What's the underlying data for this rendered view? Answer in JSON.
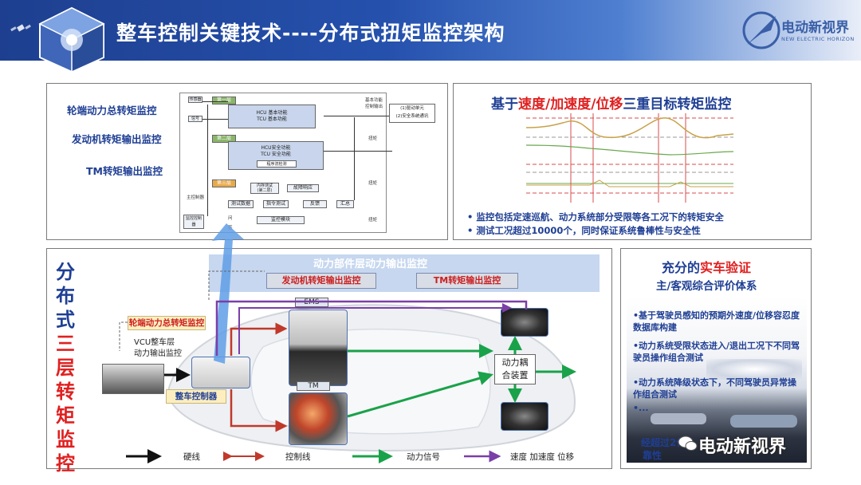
{
  "header": {
    "title": "整车控制关键技术----分布式扭矩监控架构",
    "brand_cn": "电动新视界",
    "brand_en": "NEW ELECTRIC HORIZON"
  },
  "top_left": {
    "labels": [
      "轮端动力总转矩监控",
      "发动机转矩输出监控",
      "TM转矩输出监控"
    ],
    "diagram": {
      "layer1": "第一层",
      "layer2": "第二层",
      "layer3": "第三层",
      "hcu_basic": "HCU 基本功能",
      "tcu_basic": "TCU 基本功能",
      "hcu_safety": "HCU安全功能",
      "tcu_safety": "TCU 安全功能",
      "safety_check": "程序流检测",
      "basic_func": "基本功能",
      "ctrl_output": "控制输出",
      "out1": "(1)驱动单元",
      "out2": "(2)安全系统通讯",
      "torque1": "扭矩",
      "torque2": "扭矩",
      "torque3": "扭矩",
      "main_ctrl": "主控制器",
      "mem_test": "内存测试",
      "mem_sub": "(第二层)",
      "fault_react": "故障响应",
      "test_data": "测试数据",
      "cmd_test": "指令测试",
      "response": "反馈",
      "summary": "汇总",
      "monitor_mod": "监控模块",
      "monitor_ctrl": "监控控制器",
      "sensor_in": "传感器",
      "signal": "信号",
      "q": "问",
      "a": "答"
    }
  },
  "top_right": {
    "title_pre": "基于",
    "title_red": "速度/加速度/位移",
    "title_post": "三重目标转矩监控",
    "bullets": [
      "监控包括定速巡航、动力系统部分受限等各工况下的转矩安全",
      "测试工况超过10000个，同时保证系统鲁棒性与安全性"
    ],
    "colors": {
      "curve_a": "#c8a24a",
      "curve_b": "#6aa84f",
      "dash_red": "#d94b4b",
      "dash_gray": "#9a9a9a"
    }
  },
  "bottom_left": {
    "vertical_title": [
      "分",
      "布",
      "式",
      "三",
      "层",
      "转",
      "矩",
      "监",
      "控"
    ],
    "banner": "动力部件层动力输出监控",
    "engine_monitor": "发动机转矩输出监控",
    "tm_monitor": "TM转矩输出监控",
    "wheel_monitor": "轮端动力总转矩监控",
    "vcu_line1": "VCU整车层",
    "vcu_line2": "动力输出监控",
    "vehicle_ctrl": "整车控制器",
    "ems": "EMS",
    "tm": "TM",
    "coupling_line1": "动力耦",
    "coupling_line2": "合装置",
    "legend": [
      "硬线",
      "控制线",
      "动力信号",
      "速度 加速度 位移"
    ],
    "colors": {
      "hardwire": "#111111",
      "control": "#c0392b",
      "power": "#1aa24a",
      "motion": "#7a3fa8",
      "arrow_blue": "#5f9de6"
    }
  },
  "bottom_right": {
    "title_pre": "充分的",
    "title_red": "实车验证",
    "subtitle": "主/客观综合评价体系",
    "bullets": [
      "•基于驾驶员感知的预期外速度/位移容忍度数据库构建",
      "•动力系统受限状态进入/退出工况下不同驾驶员操作组合测试",
      "•动力系统降级状态下，不同驾驶员异常操作组合测试",
      "•..."
    ],
    "footer_line1": "经超过2亿",
    "footer_line2": "靠性",
    "watermark": "电动新视界"
  }
}
